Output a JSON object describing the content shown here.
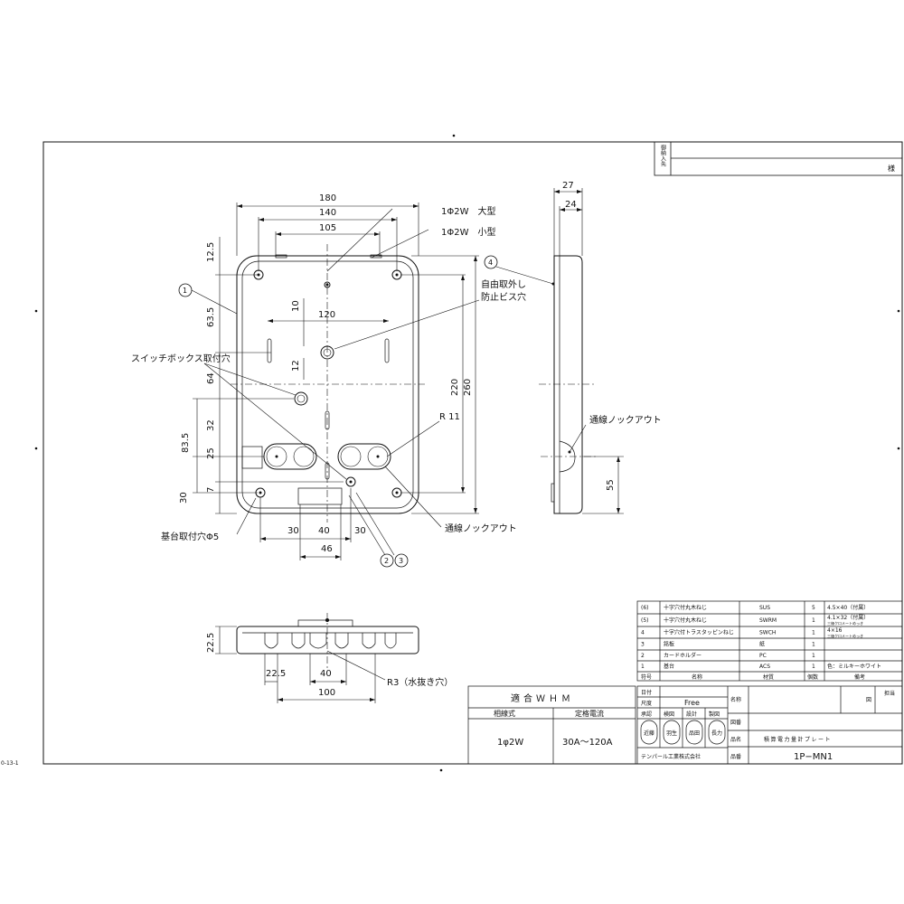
{
  "address_box": {
    "label": "御納入先",
    "honorific": "様"
  },
  "front_view": {
    "dims": {
      "w180": "180",
      "w140": "140",
      "w105": "105",
      "w120": "120",
      "v12_5": "12.5",
      "v63_5": "63.5",
      "v10": "10",
      "v12": "12",
      "v64": "64",
      "v32": "32",
      "v83_5": "83.5",
      "v25": "25",
      "v7": "7",
      "v30": "30",
      "h220": "220",
      "h260": "260",
      "b30a": "30",
      "b40": "40",
      "b30b": "30",
      "b46": "46",
      "r11": "R 11"
    },
    "labels": {
      "large": "1Φ2W　大型",
      "small": "1Φ2W　小型",
      "free_screw": "自由取外し\n防止ビス穴",
      "free_screw_line1": "自由取外し",
      "free_screw_line2": "防止ビス穴",
      "switch_box": "スイッチボックス取付穴",
      "knockout": "通線ノックアウト",
      "base_hole": "基台取付穴Φ5",
      "callout1": "1",
      "callout2": "2",
      "callout3": "3"
    }
  },
  "side_view": {
    "dims": {
      "d27": "27",
      "d24": "24",
      "d55": "55"
    },
    "labels": {
      "callout4": "4",
      "knockout": "通線ノックアウト"
    }
  },
  "bottom_view": {
    "dims": {
      "v22_5": "22.5",
      "w22_5": "22.5",
      "w40": "40",
      "w100": "100"
    },
    "labels": {
      "r3": "R3（水抜き穴）"
    }
  },
  "parts_list": {
    "headers": {
      "no": "符号",
      "name": "名称",
      "material": "材質",
      "qty": "個数",
      "note": "備考"
    },
    "rows": [
      {
        "no": "(6)",
        "name": "十字穴付丸木ねじ",
        "material": "SUS",
        "qty": "5",
        "note": "4.5×40（付属）",
        "note2": ""
      },
      {
        "no": "(5)",
        "name": "十字穴付丸木ねじ",
        "material": "SWRM",
        "qty": "1",
        "note": "4.1×32（付属）",
        "note2": "三価クロメートめっき"
      },
      {
        "no": "4",
        "name": "十字穴付トラスタッピンねじ",
        "material": "SWCH",
        "qty": "1",
        "note": "4×16",
        "note2": "三価クロメートめっき"
      },
      {
        "no": "3",
        "name": "銘板",
        "material": "紙",
        "qty": "1",
        "note": "",
        "note2": ""
      },
      {
        "no": "2",
        "name": "カードホルダー",
        "material": "PC",
        "qty": "1",
        "note": "",
        "note2": ""
      },
      {
        "no": "1",
        "name": "基台",
        "material": "ACS",
        "qty": "1",
        "note": "色：ミルキーホワイト",
        "note2": ""
      }
    ]
  },
  "whm_table": {
    "title": "適合ＷＨＭ",
    "col1_header": "相線式",
    "col2_header": "定格電流",
    "col1_value": "1φ2W",
    "col2_value": "30A～120A"
  },
  "title_block": {
    "date_label": "日付",
    "scale_label": "尺度",
    "scale_value": "Free",
    "name_label": "名称",
    "drawing_no_label": "図番",
    "product_name_label": "品名",
    "product_name_value": "積算電力量計プレート",
    "product_no_label": "品番",
    "product_no_value": "1P−MN1",
    "approve_label": "承認",
    "check_label": "検図",
    "design_label": "設計",
    "draft_label": "製図",
    "stamp1": "近藤",
    "stamp2": "羽生",
    "stamp3": "品田",
    "stamp4": "長力",
    "company": "テンパール工業株式会社",
    "person_label": "担当",
    "fig_label": "図"
  },
  "side_code": "0-13-1"
}
